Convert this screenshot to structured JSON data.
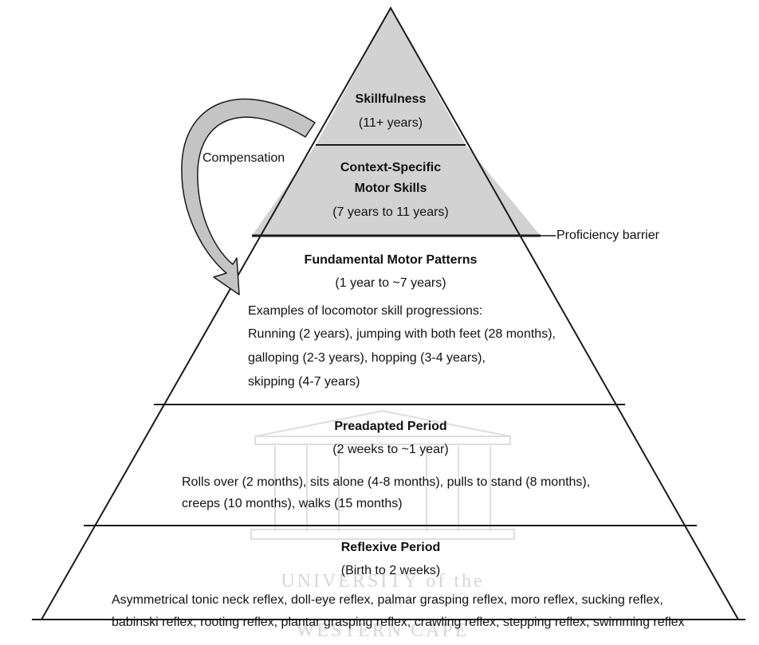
{
  "levels": [
    {
      "id": "skillfulness",
      "title": "Skillfulness",
      "age": "(11+ years)"
    },
    {
      "id": "context",
      "title_line1": "Context-Specific",
      "title_line2": "Motor Skills",
      "age": "(7 years to 11 years)"
    },
    {
      "id": "fundamental",
      "title": "Fundamental Motor Patterns",
      "age": "(1 year to ~7 years)",
      "examples": [
        "Examples of locomotor skill progressions:",
        "Running (2 years), jumping with both feet (28 months),",
        "galloping (2-3 years), hopping (3-4 years),",
        "skipping (4-7 years)"
      ]
    },
    {
      "id": "preadapted",
      "title": "Preadapted Period",
      "age": "(2 weeks to ~1 year)",
      "examples": [
        "Rolls over (2 months), sits alone (4-8 months), pulls to stand (8 months),",
        "creeps (10 months), walks (15 months)"
      ]
    },
    {
      "id": "reflexive",
      "title": "Reflexive Period",
      "age": "(Birth to 2 weeks)",
      "examples": [
        "Asymmetrical tonic neck reflex, doll-eye reflex, palmar grasping reflex, moro reflex, sucking reflex,",
        "babinski reflex, rooting reflex, plantar grasping reflex, crawling reflex, stepping reflex, swimming reflex"
      ]
    }
  ],
  "annotations": {
    "compensation": "Compensation",
    "proficiency_barrier": "Proficiency barrier"
  },
  "watermark": {
    "line1": "UNIVERSITY of the",
    "line2": "WESTERN CAPE"
  },
  "colors": {
    "shaded": "#d2d2d2",
    "outline": "#1a1a1a",
    "arrow_fill": "#c4c4c4",
    "background": "#ffffff"
  }
}
